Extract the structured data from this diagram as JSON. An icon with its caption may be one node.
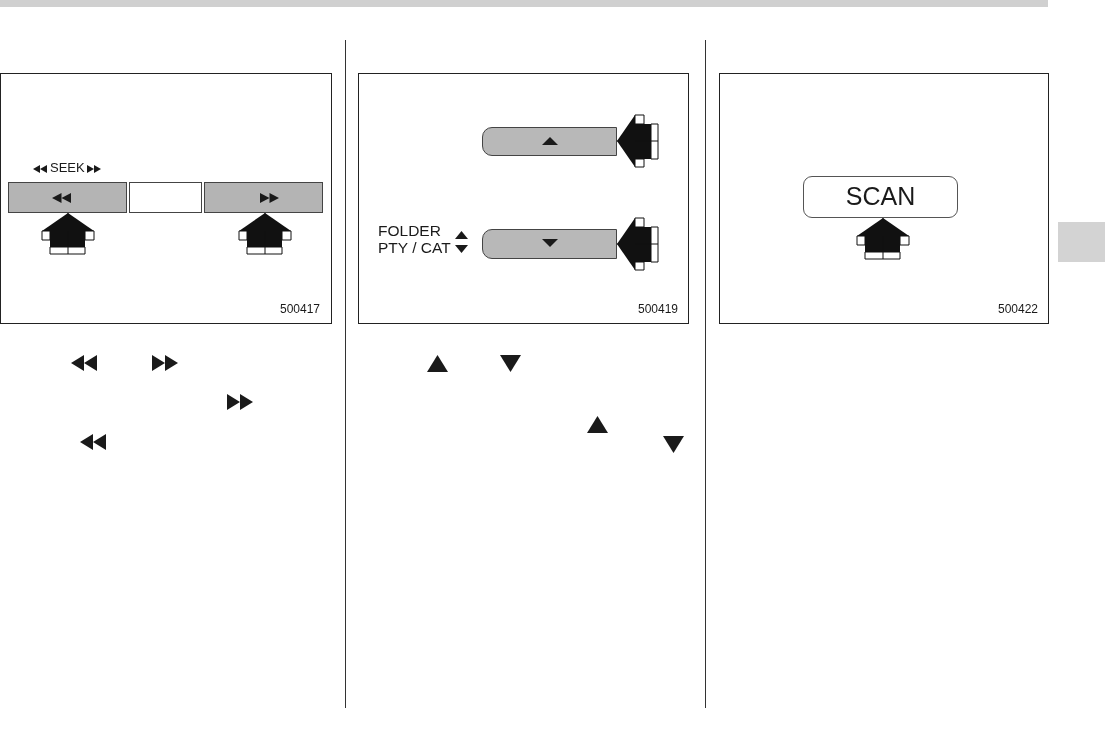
{
  "diagram": {
    "nodes": [
      {
        "text": [],
        "shape": "box"
      },
      {
        "text": [],
        "shape": "box"
      },
      {
        "text": [],
        "shape": "box"
      },
      {
        "text": [],
        "shape": "box"
      },
      {
        "text": [],
        "shape": "box"
      },
      {
        "text": [
          "SCAN"
        ]
      }
    ],
    "edges": [
      {
        "from": null,
        "to": 0,
        "arrow": "to"
      },
      {
        "from": null,
        "to": 2,
        "arrow": "to"
      },
      {
        "from": null,
        "to": 3,
        "arrow": "to"
      },
      {
        "from": null,
        "to": 4,
        "arrow": "to"
      },
      {
        "from": null,
        "to": 5,
        "arrow": "to"
      }
    ],
    "labels": [
      "SEEK",
      "500417",
      "FOLDER",
      "PTY / CAT",
      "500419",
      "500422"
    ]
  }
}
